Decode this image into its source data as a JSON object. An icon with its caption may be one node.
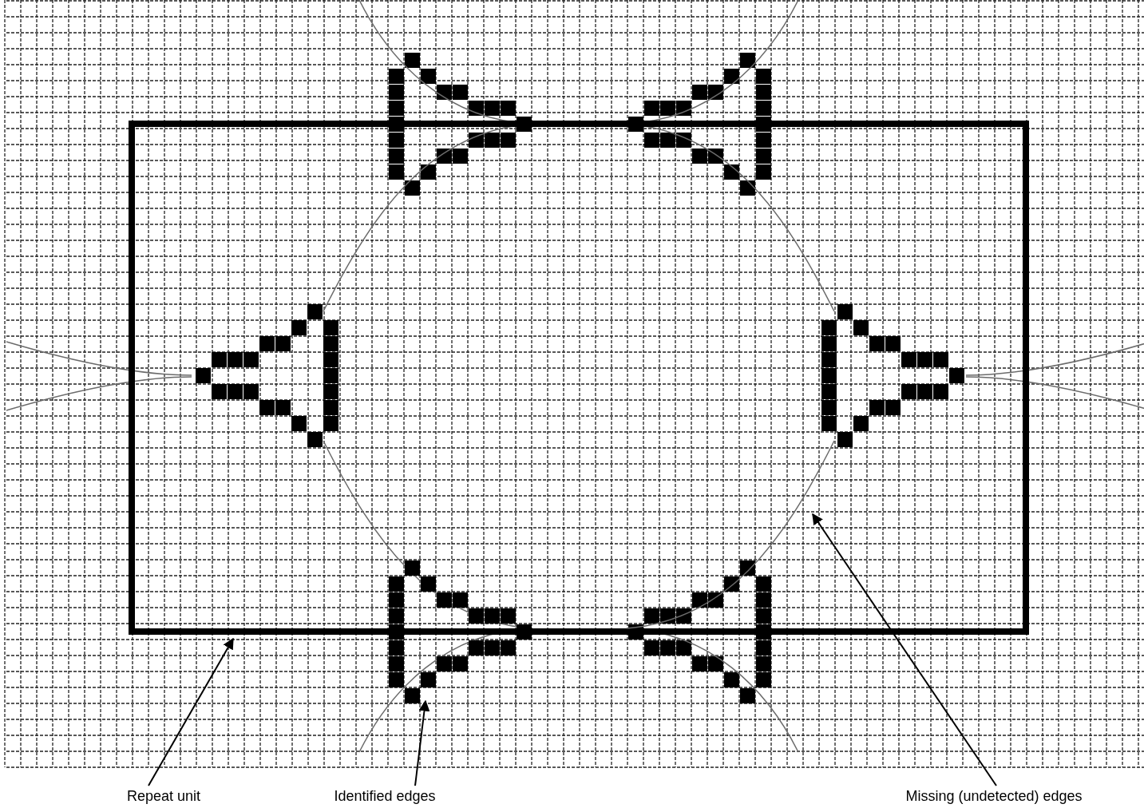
{
  "diagram": {
    "nodes": [
      {
        "text": [
          "Repeat unit"
        ]
      },
      {
        "text": [
          "Identified edges"
        ]
      },
      {
        "text": [
          "Missing (undetected) edges"
        ]
      },
      {
        "text": [],
        "shape": "box"
      },
      {
        "text": [],
        "shape": "picture"
      },
      {
        "text": [],
        "shape": "curve",
        "in": 3
      }
    ],
    "edges": [
      {
        "from": 0,
        "to": 3,
        "arrow": "to"
      },
      {
        "from": 1,
        "to": 4,
        "arrow": "to"
      },
      {
        "from": 2,
        "to": 5,
        "arrow": "to"
      }
    ]
  }
}
